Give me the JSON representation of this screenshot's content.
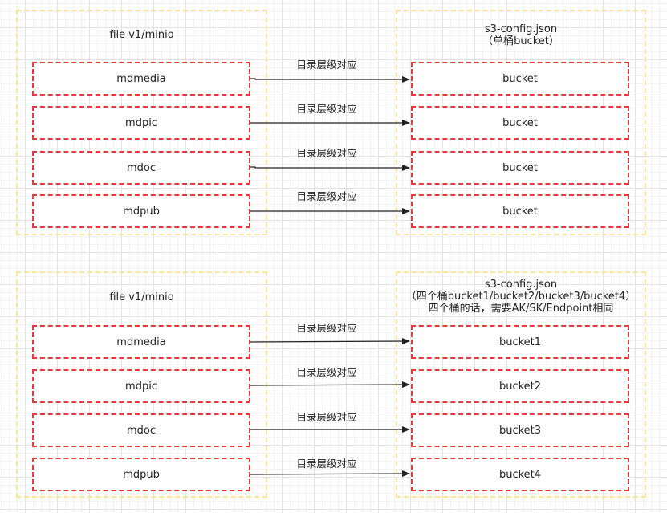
{
  "diagram1": {
    "source_title": "file v1/minio",
    "target_title_line1": "s3-config.json",
    "target_title_line2": "（单桶bucket）",
    "sources": [
      "mdmedia",
      "mdpic",
      "mdoc",
      "mdpub"
    ],
    "targets": [
      "bucket",
      "bucket",
      "bucket",
      "bucket"
    ],
    "connector_label": "目录层级对应"
  },
  "diagram2": {
    "source_title": "file v1/minio",
    "target_title_line1": "s3-config.json",
    "target_title_line2": "（四个桶bucket1/bucket2/bucket3/bucket4）",
    "target_title_line3": "四个桶的话，需要AK/SK/Endpoint相同",
    "sources": [
      "mdmedia",
      "mdpic",
      "mdoc",
      "mdpub"
    ],
    "targets": [
      "bucket1",
      "bucket2",
      "bucket3",
      "bucket4"
    ],
    "connector_label": "目录层级对应"
  },
  "colors": {
    "group_border": "#ffe599",
    "box_border": "#e8383d",
    "arrow": "#222222"
  }
}
